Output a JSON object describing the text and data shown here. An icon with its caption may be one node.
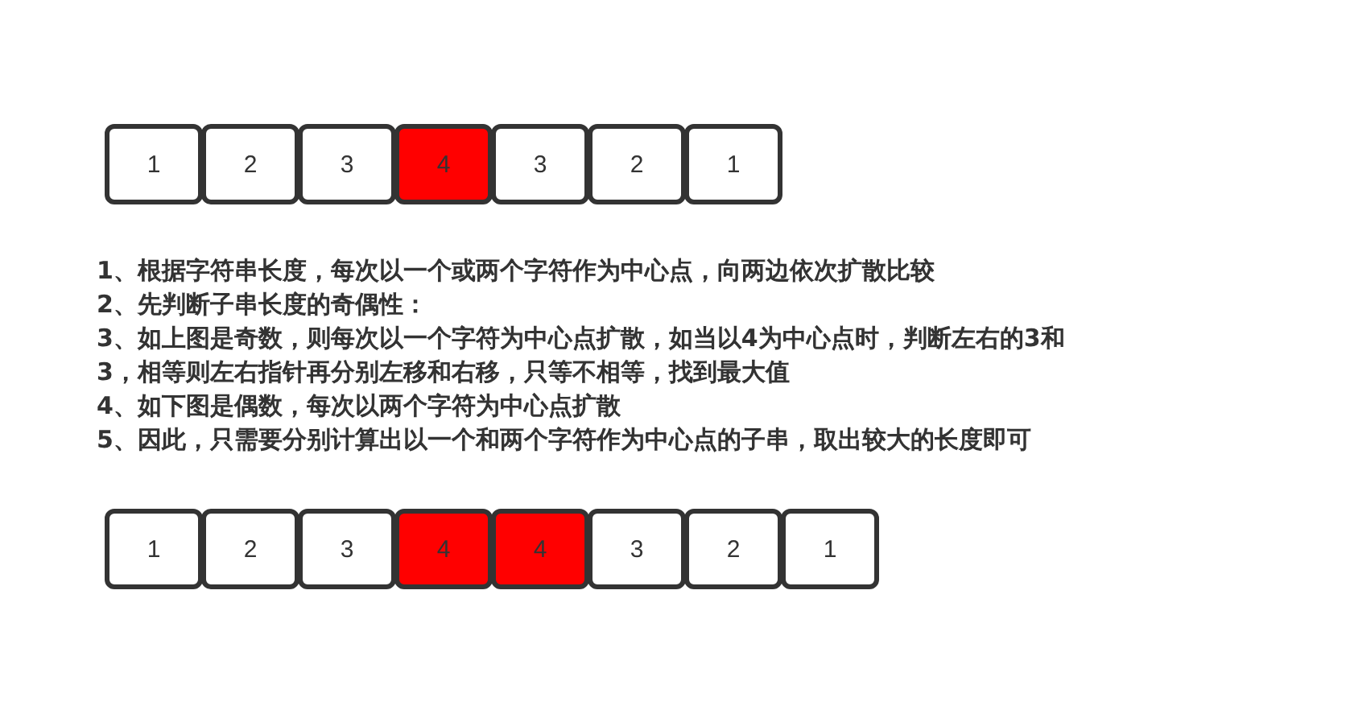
{
  "diagram": {
    "nodes": [
      {
        "text": [
          "1"
        ]
      },
      {
        "text": [
          "2"
        ]
      },
      {
        "text": [
          "3"
        ]
      },
      {
        "text": [
          "4"
        ]
      },
      {
        "text": [
          "3"
        ]
      },
      {
        "text": [
          "2"
        ]
      },
      {
        "text": [
          "1"
        ]
      },
      {
        "text": [
          "1"
        ]
      },
      {
        "text": [
          "2"
        ]
      },
      {
        "text": [
          "3"
        ]
      },
      {
        "text": [
          "4"
        ]
      },
      {
        "text": [
          "4"
        ]
      },
      {
        "text": [
          "3"
        ]
      },
      {
        "text": [
          "2"
        ]
      },
      {
        "text": [
          "1"
        ]
      }
    ],
    "labels": [
      "1、根据字符串长度，每次以一个或两个字符作为中心点，向两边依次扩散比较",
      "2、先判断子串长度的奇偶性：",
      "3、如上图是奇数，则每次以一个字符为中心点扩散，如当以4为中心点时，判断左右的3和",
      "3，相等则左右指针再分别左移和右移，只等不相等，找到最大值",
      "4、如下图是偶数，每次以两个字符为中心点扩散",
      "5、因此，只需要分别计算出以一个和两个字符作为中心点的子串，取出较大的长度即可"
    ]
  }
}
